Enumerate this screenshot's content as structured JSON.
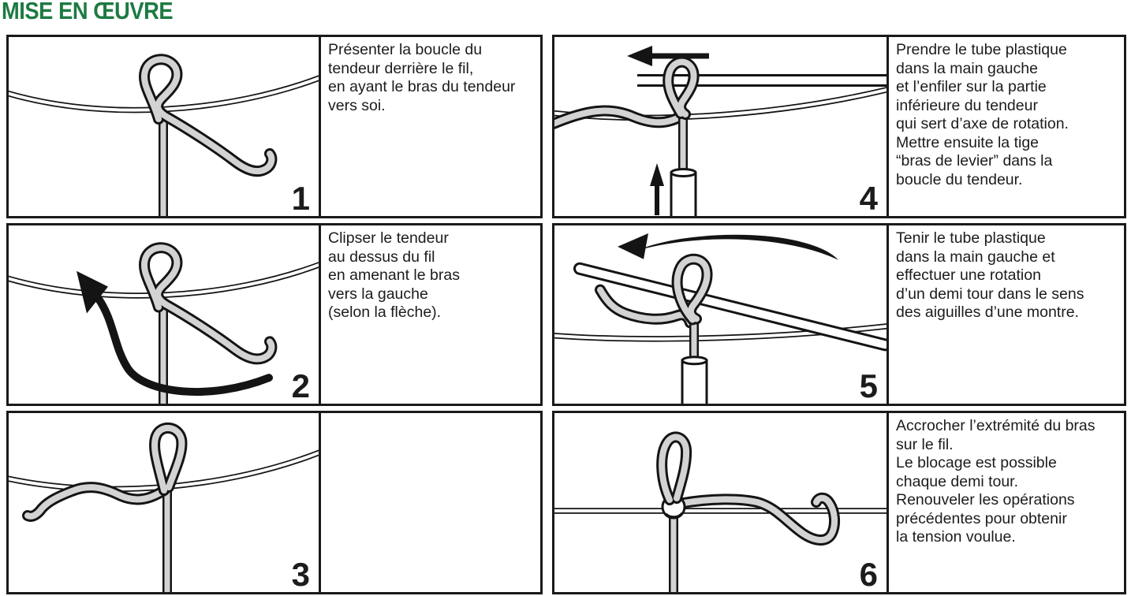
{
  "title": "MISE EN ŒUVRE",
  "colors": {
    "title_green": "#1d7a42",
    "border_black": "#1a1a1a",
    "tensioner_gray": "#d3d3d3",
    "background": "#ffffff"
  },
  "panels": [
    {
      "number": "1",
      "text": "Présenter la boucle du\ntendeur derrière le fil,\nen ayant le bras du tendeur\nvers soi."
    },
    {
      "number": "2",
      "text": "Clipser le tendeur\nau dessus du fil\nen amenant le bras\nvers la gauche\n(selon la flèche)."
    },
    {
      "number": "3",
      "text": ""
    },
    {
      "number": "4",
      "text": "Prendre le tube plastique\ndans la main gauche\net l’enfiler sur la partie\ninférieure du tendeur\nqui sert d’axe de rotation.\nMettre ensuite la tige\n“bras de levier” dans la\nboucle du tendeur."
    },
    {
      "number": "5",
      "text": "Tenir le tube plastique\ndans la main gauche et\neffectuer une rotation\nd’un demi tour dans le sens\ndes aiguilles d’une montre."
    },
    {
      "number": "6",
      "text": "Accrocher l’extrémité du bras\nsur le fil.\nLe blocage est possible\nchaque demi tour.\nRenouveler les opérations\nprécédentes pour obtenir\nla tension voulue."
    }
  ]
}
